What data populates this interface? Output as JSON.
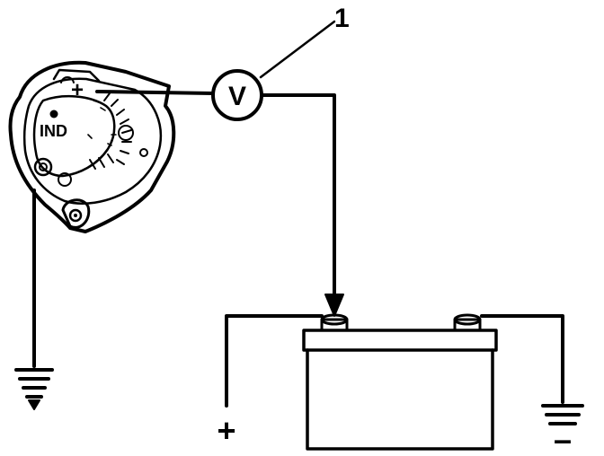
{
  "callout": {
    "number": "1"
  },
  "meter": {
    "symbol": "V"
  },
  "alternator": {
    "terminal_ind": "IND",
    "terminal_plus": "+"
  },
  "battery": {
    "plus_label": "+",
    "minus_label": "–"
  },
  "colors": {
    "ink": "#000000",
    "paper": "#ffffff"
  }
}
